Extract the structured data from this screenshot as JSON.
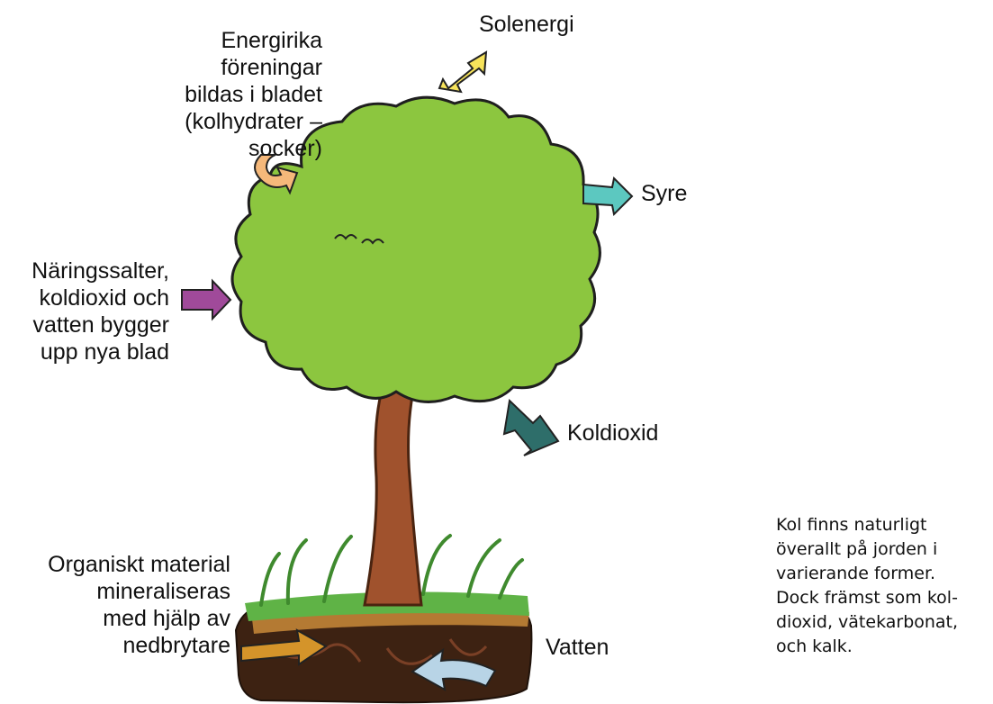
{
  "labels": {
    "energy_compounds": "Energirika\nföreningar\nbildas i bladet\n(kolhydrater – socker)",
    "solar": "Solenergi",
    "oxygen": "Syre",
    "nutrients": "Näringssalter,\nkoldioxid och\nvatten bygger\nupp nya blad",
    "co2": "Koldioxid",
    "organic": "Organiskt material\nmineraliseras\nmed hjälp av\nnedbrytare",
    "water": "Vatten"
  },
  "note": "Kol finns naturligt\növerallt på jorden i\nvarierande former.\nDock främst som kol-\ndioxid, vätekarbonat,\noch kalk.",
  "colors": {
    "foliage": "#8cc63f",
    "trunk": "#a0522d",
    "grass": "#5fb346",
    "soil": "#3d2212",
    "arrow_solar": "#f7e35a",
    "arrow_energy": "#f5b87a",
    "arrow_oxygen": "#5cc8c0",
    "arrow_nutrients": "#a04a9a",
    "arrow_co2": "#2e6e6a",
    "arrow_organic": "#d4942a",
    "arrow_water": "#b8d4e6"
  }
}
